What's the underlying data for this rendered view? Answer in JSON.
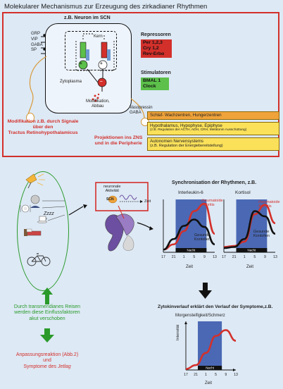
{
  "title": "Molekularer Mechanismus zur Erzeugung des zirkadianer Rhythmen",
  "neuron": {
    "label": "z.B. Neuron im SCN",
    "kern": "Kern",
    "zytoplasma": "Zytoplasma",
    "plus": "+",
    "minus": "–",
    "modifikation": "Modifikation,\nAbbau"
  },
  "inputs": [
    "GRP",
    "VIP",
    "GABA",
    "SP"
  ],
  "repressoren": {
    "label": "Repressoren",
    "items": [
      "Per 1,2,3",
      "Cry 1,2",
      "Rev-Erbα"
    ]
  },
  "stimulatoren": {
    "label": "Stimulatoren",
    "items": [
      "BMAL 1",
      "Clock"
    ]
  },
  "modifikation_text": "Modifikation z.B. durch Signale\nüber den\nTractus Retinohypothalamicus",
  "vasopressin": "Vasopressin\nGABA",
  "projektionen": "Projektionen ins ZNS\nund in die Peripherie",
  "targets": [
    {
      "title": "Schlaf- Wachzentren, Hungerzentren",
      "sub": "",
      "color": "#f0a33a"
    },
    {
      "title": "Hypothalamus, Hypophyse, Epiphyse",
      "sub": "(z.B. Regulation der ACTH, ADH, CRH, Melatonin Ausschüttung)",
      "color": "#fbe15a"
    },
    {
      "title": "Autonomen Nervensystems",
      "sub": "(z.B. Regulation der Energiebereitstellung)",
      "color": "#fbe15a"
    }
  ],
  "brain": {
    "neuronale_aktivitaet": "neuronale\nAktivität",
    "zeit": "Zeit",
    "scn": "SCN"
  },
  "icon_labels": {
    "zzz": "Zzzz"
  },
  "sync": {
    "title": "Synchronisation der Rhythmen, z.B.",
    "night_label": "Nacht",
    "xlabel": "Zeit",
    "xticks": [
      "17",
      "21",
      "1",
      "5",
      "9",
      "13"
    ]
  },
  "chart_data": [
    {
      "type": "line",
      "title": "Interleukin-6",
      "xlabel": "Zeit",
      "categories": [
        "17",
        "21",
        "1",
        "5",
        "9",
        "13"
      ],
      "series": [
        {
          "name": "rheumatoide Arthritis",
          "color": "#d3302b",
          "values": [
            0.05,
            0.15,
            0.4,
            0.78,
            0.92,
            0.35
          ]
        },
        {
          "name": "Gesunde Kontollen",
          "color": "#111111",
          "values": [
            0.05,
            0.25,
            0.5,
            0.62,
            0.48,
            0.15
          ]
        }
      ],
      "night": [
        1.2,
        4.2
      ]
    },
    {
      "type": "line",
      "title": "Kortisol",
      "xlabel": "Zeit",
      "categories": [
        "17",
        "21",
        "1",
        "5",
        "9",
        "13"
      ],
      "series": [
        {
          "name": "rheumatoide Arthritis",
          "color": "#d3302b",
          "values": [
            0.1,
            0.12,
            0.2,
            0.72,
            0.9,
            0.55
          ]
        },
        {
          "name": "Gesunde Kontollen",
          "color": "#111111",
          "values": [
            0.08,
            0.1,
            0.25,
            0.78,
            0.68,
            0.35
          ]
        }
      ],
      "night": [
        1.2,
        4.2
      ]
    },
    {
      "type": "line",
      "title": "Morgensteifigkeit/Schmerz",
      "xlabel": "Zeit",
      "ylabel": "Intensität",
      "categories": [
        "17",
        "21",
        "1",
        "5",
        "9",
        "13"
      ],
      "series": [
        {
          "name": "",
          "color": "#d3302b",
          "values": [
            0.02,
            0.1,
            0.35,
            0.7,
            0.82,
            0.6
          ]
        }
      ],
      "night": [
        1.2,
        3.6
      ]
    }
  ],
  "zyto": {
    "title": "Zytokinverlauf erklärt den Verlauf der Symptome,z.B."
  },
  "reisen": "Durch transmeridianes Reisen\nwerden diese Einflussfaktoren\nakut verschoben",
  "anpassung": "Anpassungsreaktion (Abb.2)\nund\nSymptome des ",
  "jetlag": "Jetlag",
  "colors": {
    "red": "#d3302b",
    "green": "#2a9a2a",
    "blue_band": "#4a68b4",
    "bg": "#dde9f5"
  }
}
